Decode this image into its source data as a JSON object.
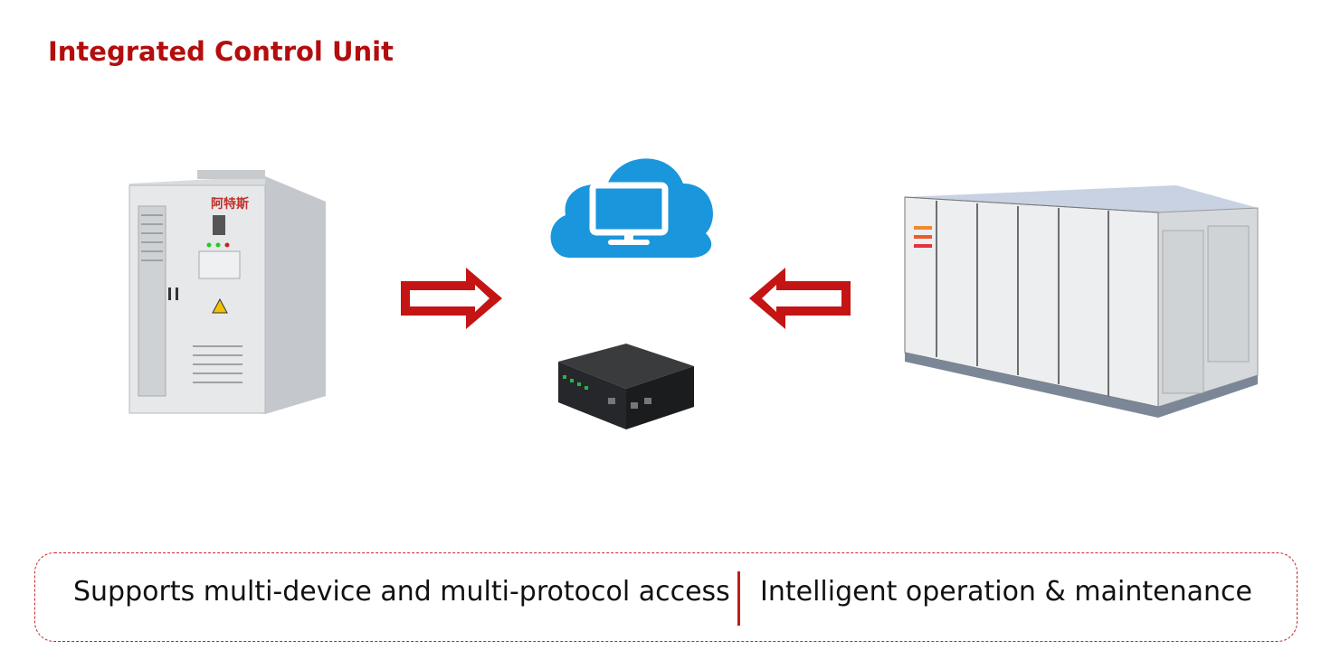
{
  "title": "Integrated Control Unit",
  "devices": {
    "left": {
      "icon": "power-cabinet",
      "logo_text": "阿特斯"
    },
    "center_top": {
      "icon": "cloud-monitor-icon",
      "color": "#1a96dc"
    },
    "center_bottom": {
      "icon": "control-unit-box"
    },
    "right": {
      "icon": "battery-storage-container"
    }
  },
  "arrows": {
    "color": "#c41414",
    "left": "right-arrow",
    "right": "left-arrow"
  },
  "features": {
    "left": "Supports multi-device and multi-protocol access",
    "right": "Intelligent operation & maintenance"
  },
  "colors": {
    "accent": "#b40d0d",
    "border": "#c9282a"
  }
}
